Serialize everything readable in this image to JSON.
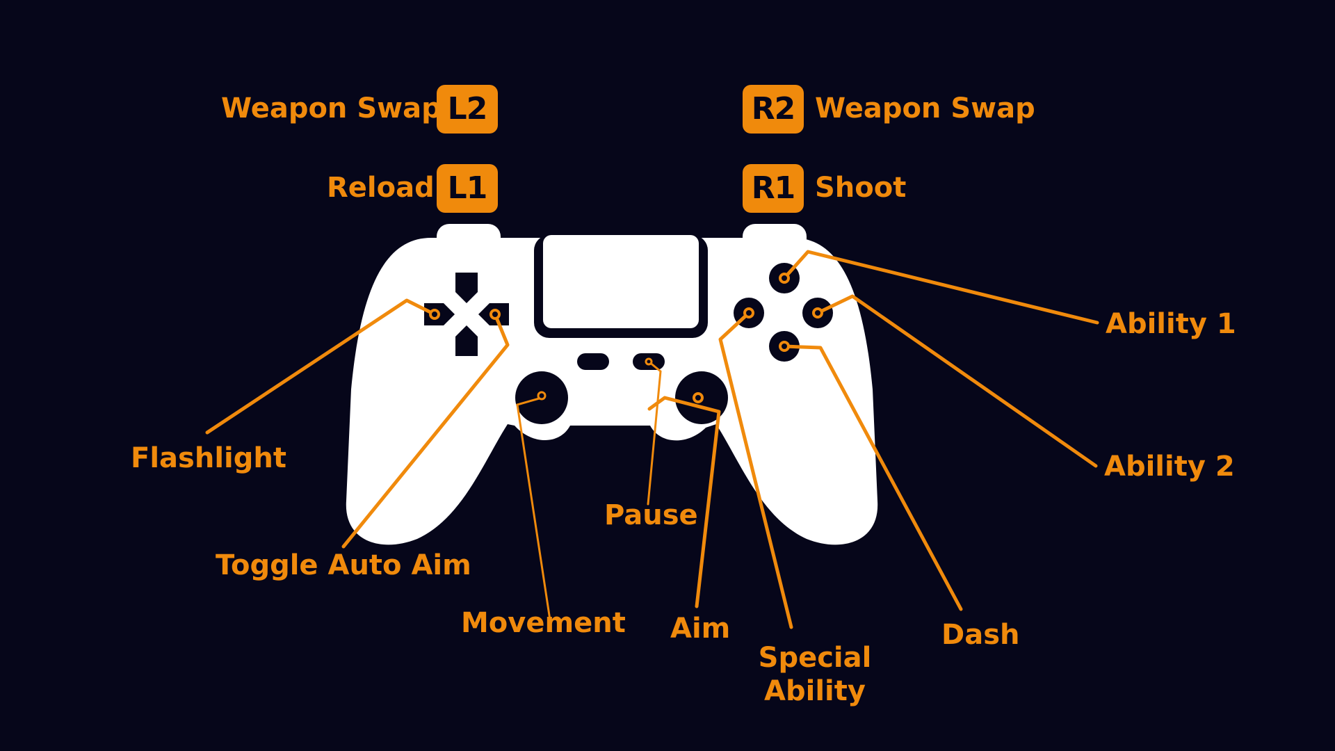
{
  "colors": {
    "background": "#06061a",
    "accent": "#f08a0c",
    "controller": "#ffffff"
  },
  "bumpers": {
    "l2": {
      "key": "L2",
      "action": "Weapon Swap"
    },
    "l1": {
      "key": "L1",
      "action": "Reload"
    },
    "r2": {
      "key": "R2",
      "action": "Weapon Swap"
    },
    "r1": {
      "key": "R1",
      "action": "Shoot"
    }
  },
  "callouts": {
    "flashlight": "Flashlight",
    "toggle_auto_aim": "Toggle Auto Aim",
    "movement": "Movement",
    "pause": "Pause",
    "aim": "Aim",
    "special_ability_line1": "Special",
    "special_ability_line2": "Ability",
    "dash": "Dash",
    "ability_1": "Ability 1",
    "ability_2": "Ability 2"
  }
}
